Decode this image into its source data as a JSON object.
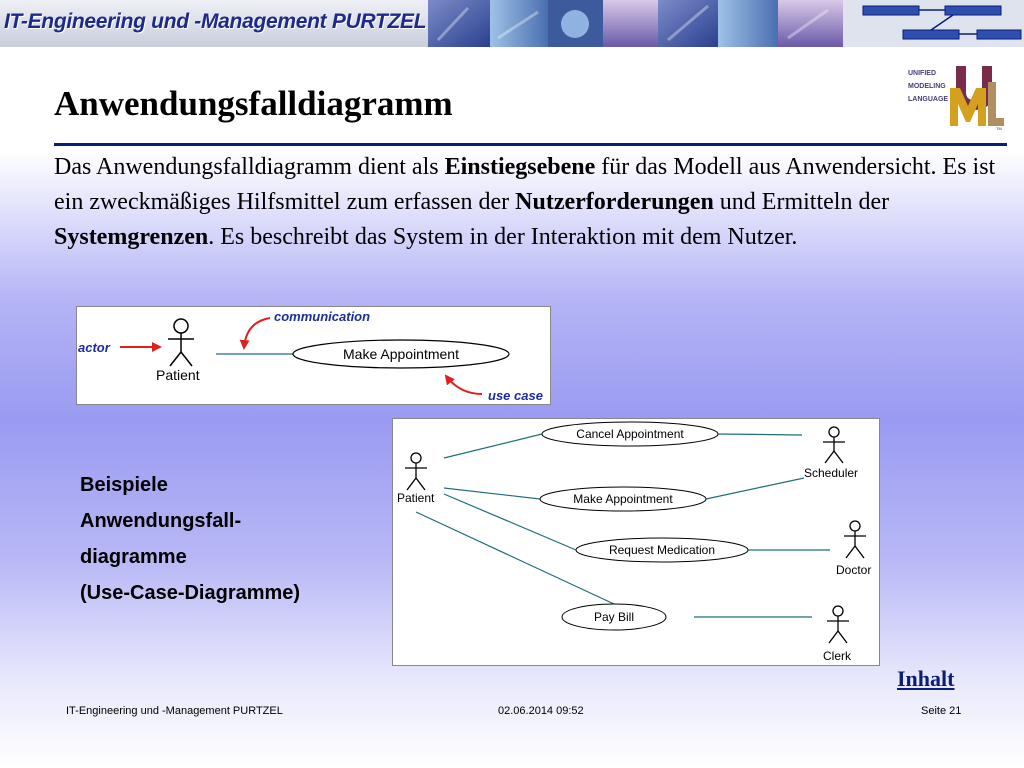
{
  "banner": {
    "title": "IT-Engineering und -Management PURTZEL"
  },
  "logo": {
    "line1": "UNIFIED",
    "line2": "MODELING",
    "line3": "LANGUAGE",
    "letters": "UML",
    "tm": "TM"
  },
  "slide": {
    "title": "Anwendungsfalldiagramm",
    "intro": {
      "p1": "Das Anwendungsfalldiagramm dient als ",
      "b1": "Einstiegsebene",
      "p2": " für das Modell aus Anwendersicht. Es ist ein zweckmäßiges Hilfsmittel zum erfassen der ",
      "b2": "Nutzerforderungen",
      "p3": " und Ermitteln der ",
      "b3": "Systemgrenzen",
      "p4": ". Es beschreibt das System in der Interaktion mit dem Nutzer."
    },
    "examples": {
      "line1": "Beispiele",
      "line2": "Anwendungsfall-",
      "line3": "diagramme",
      "line4": "(Use-Case-Diagramme)"
    },
    "link_label": "Inhalt"
  },
  "figure_small": {
    "actor_annotation": "actor",
    "actor_name": "Patient",
    "communication_annotation": "communication",
    "use_case_label": "Make Appointment",
    "use_case_annotation": "use case"
  },
  "figure_large": {
    "actors": {
      "patient": "Patient",
      "scheduler": "Scheduler",
      "doctor": "Doctor",
      "clerk": "Clerk"
    },
    "use_cases": {
      "cancel": "Cancel Appointment",
      "make": "Make Appointment",
      "request": "Request Medication",
      "pay": "Pay Bill"
    }
  },
  "footer": {
    "left": "IT-Engineering und -Management PURTZEL",
    "center": "02.06.2014 09:52",
    "right": "Seite 21"
  },
  "colors": {
    "title_rule": "#0a1e78",
    "link": "#0a1e78",
    "annotation_blue": "#1a2ea0",
    "arrow_red": "#e02020",
    "association_teal": "#1f6e7a"
  }
}
